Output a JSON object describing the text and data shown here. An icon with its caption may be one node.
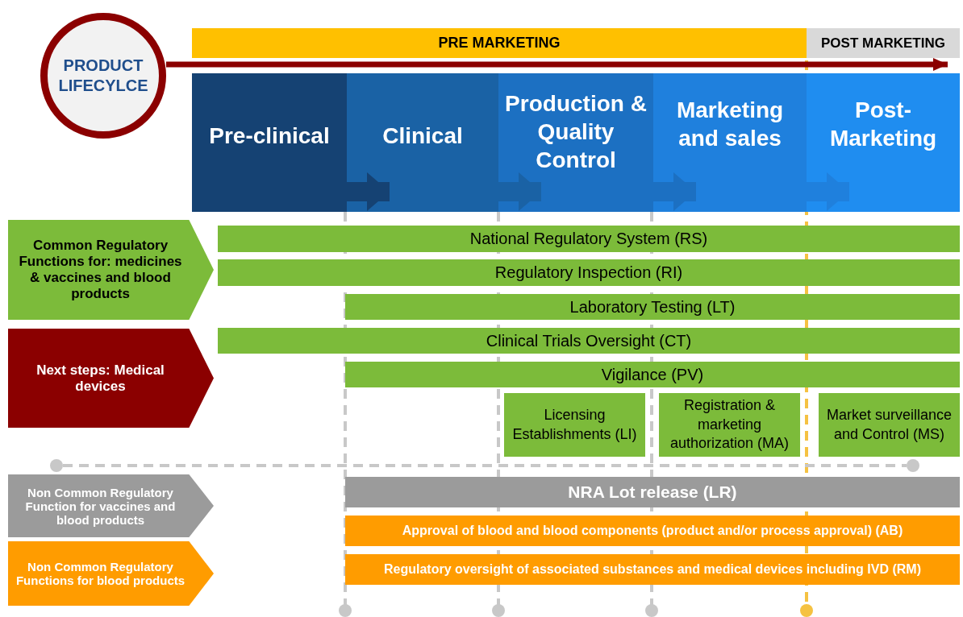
{
  "diagram": {
    "nodes": [
      {
        "text": [
          "PRODUCT LIFECYLCE"
        ]
      },
      {
        "text": [
          "PRE MARKETING"
        ]
      },
      {
        "text": [
          "POST MARKETING"
        ]
      },
      {
        "text": [
          "Pre-clinical"
        ]
      },
      {
        "text": [
          "Clinical"
        ]
      },
      {
        "text": [
          "Production & Quality Control"
        ]
      },
      {
        "text": [
          "Marketing and sales"
        ]
      },
      {
        "text": [
          "Post- Marketing"
        ]
      },
      {
        "text": [
          "Common Regulatory Functions for:   medicines & vaccines and blood products"
        ]
      },
      {
        "text": [
          "National Regulatory System (RS)"
        ]
      },
      {
        "text": [
          "Regulatory Inspection (RI)"
        ]
      },
      {
        "text": [
          "Laboratory Testing (LT)"
        ]
      },
      {
        "text": [
          "Next steps: Medical devices"
        ]
      },
      {
        "text": [
          "Clinical Trials Oversight  (CT)"
        ]
      },
      {
        "text": [
          "Vigilance (PV)"
        ]
      },
      {
        "text": [
          "Licensing Establishments (LI)"
        ]
      },
      {
        "text": [
          "Registration & marketing authorization (MA)"
        ]
      },
      {
        "text": [
          "Market surveillance and Control (MS)"
        ]
      },
      {
        "text": [
          "Non Common Regulatory Function for vaccines and blood products"
        ]
      },
      {
        "text": [
          "NRA Lot release (LR)"
        ]
      },
      {
        "text": [
          "Non Common Regulatory Functions for blood products"
        ]
      },
      {
        "text": [
          "Approval of blood and blood components (product and/or process approval) (AB)"
        ]
      },
      {
        "text": [
          "Regulatory  oversight  of associated  substances  and medical  devices  including IVD (RM)"
        ]
      }
    ],
    "edges": [
      {
        "from": 0,
        "to": 2,
        "arrow": "to",
        "color": "#8b0000"
      },
      {
        "from": 3,
        "to": 4,
        "arrow": "to",
        "color": "#154273"
      },
      {
        "from": 4,
        "to": 5,
        "arrow": "to",
        "color": "#1a62a5"
      },
      {
        "from": 5,
        "to": 6,
        "arrow": "to",
        "color": "#1c70c2"
      },
      {
        "from": 6,
        "to": 7,
        "arrow": "to",
        "color": "#1f80dd"
      }
    ]
  }
}
